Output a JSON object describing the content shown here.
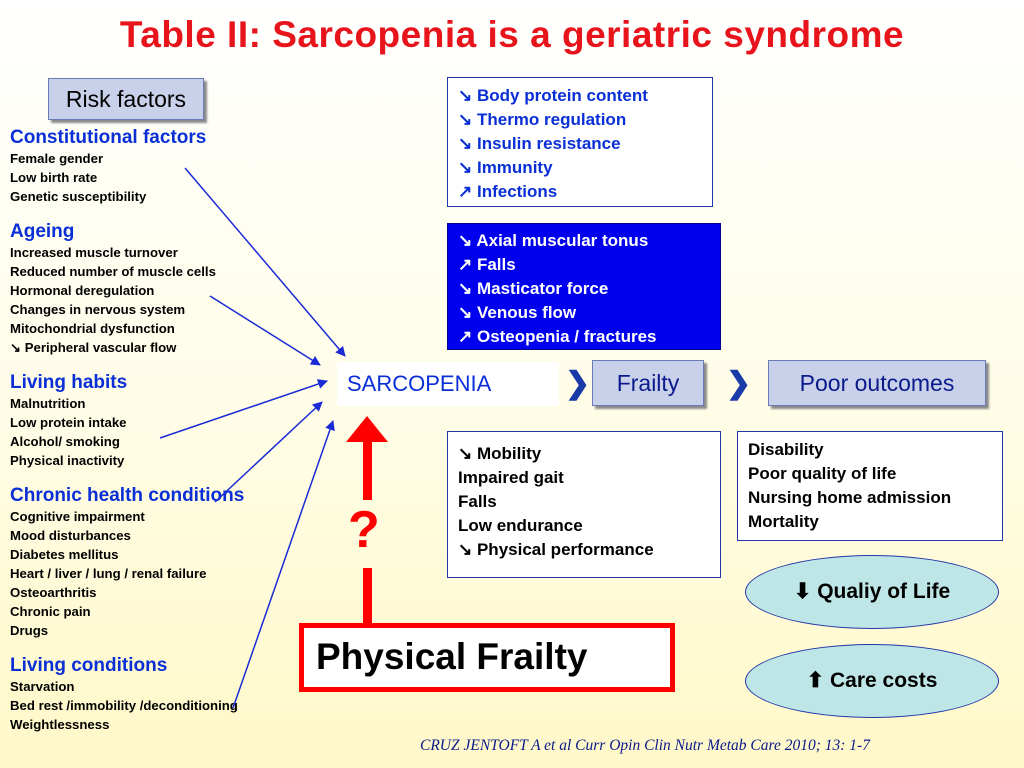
{
  "title": "Table II: Sarcopenia is a geriatric syndrome",
  "risk_button": "Risk factors",
  "groups": [
    {
      "heading": "Constitutional factors",
      "items": [
        "Female gender",
        "Low birth rate",
        "Genetic susceptibility"
      ]
    },
    {
      "heading": "Ageing",
      "items": [
        "Increased muscle turnover",
        "Reduced number of muscle cells",
        "Hormonal deregulation",
        "Changes in nervous system",
        "Mitochondrial dysfunction",
        "↘ Peripheral vascular flow"
      ]
    },
    {
      "heading": "Living habits",
      "items": [
        "Malnutrition",
        "Low protein intake",
        "Alcohol/ smoking",
        "Physical inactivity"
      ]
    },
    {
      "heading": "Chronic health conditions",
      "items": [
        "Cognitive impairment",
        "Mood disturbances",
        "Diabetes mellitus",
        "Heart / liver / lung /  renal failure",
        "Osteoarthritis",
        "Chronic pain",
        "Drugs"
      ]
    },
    {
      "heading": "Living conditions",
      "items": [
        "Starvation",
        "Bed rest /immobility /deconditioning",
        "Weightlessness"
      ]
    }
  ],
  "box_top": [
    "↘ Body protein content",
    "↘ Thermo regulation",
    "↘ Insulin resistance",
    "↘ Immunity",
    "↗ Infections"
  ],
  "box_blue": [
    "↘ Axial muscular tonus",
    "↗ Falls",
    "↘  Masticator force",
    "↘ Venous flow",
    "↗ Osteopenia / fractures"
  ],
  "box_mobility": [
    "↘ Mobility",
    "Impaired gait",
    "Falls",
    "Low endurance",
    "↘ Physical performance"
  ],
  "box_disability": [
    "Disability",
    "Poor quality of life",
    "Nursing home admission",
    "Mortality"
  ],
  "sarcopenia": "SARCOPENIA",
  "frailty": "Frailty",
  "poor_outcomes": "Poor outcomes",
  "oval1": "⬇ Qualiy of Life",
  "oval2": "⬆ Care costs",
  "physical_frailty": "Physical Frailty",
  "question": "?",
  "citation": "CRUZ JENTOFT  A et al   Curr Opin Clin Nutr Metab Care 2010; 13: 1-7",
  "colors": {
    "title_red": "#e8141b",
    "heading_blue": "#0a2fd6",
    "blue_box": "#0000ee",
    "arrow_red": "#ff0000",
    "oval_fill": "#bfe6e6"
  }
}
